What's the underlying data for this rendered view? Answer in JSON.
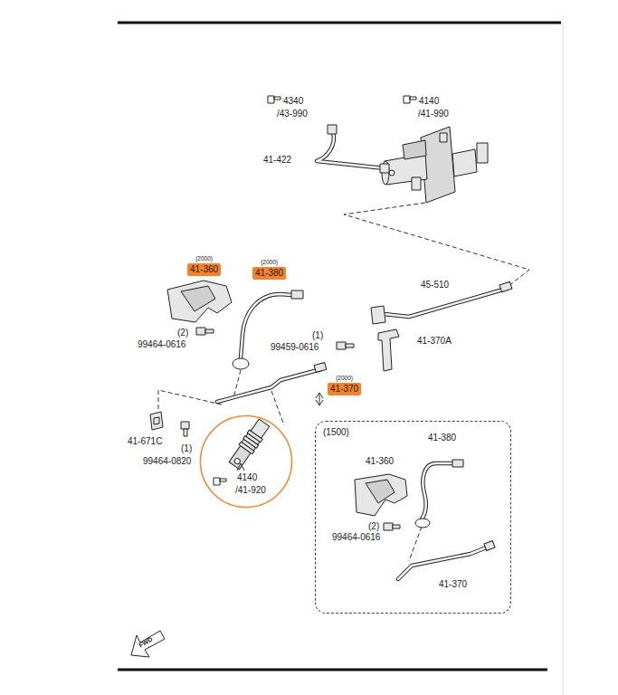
{
  "diagram": {
    "nodes": [
      {
        "text": [
          "(2000)",
          "41-360"
        ]
      },
      {
        "text": [
          "(2000)",
          "41-380"
        ]
      },
      {
        "text": [
          "(2000)",
          "41-370"
        ]
      },
      {
        "text": [
          "4140",
          "/41-920"
        ]
      },
      {
        "text": [
          "(1500)",
          "41-380",
          "41-360",
          "(2)",
          "99464-0616",
          "41-370"
        ]
      }
    ],
    "labels": [
      "4340",
      "/43-990",
      "4140",
      "/41-990",
      "41-422",
      "45-510",
      "(2)",
      "99464-0616",
      "(1)",
      "99459-0616",
      "41-370A",
      "41-671C",
      "(1)",
      "99464-0820",
      "FWD"
    ]
  }
}
